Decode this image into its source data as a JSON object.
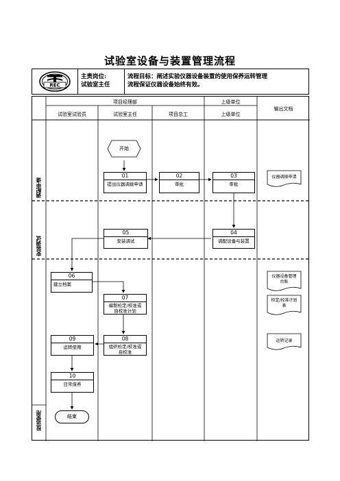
{
  "title": "试验室设备与装置管理流程",
  "header": {
    "post_label": "主责岗位:",
    "post_value": "试验室主任",
    "goal_line1": "流程目标：阐述实验仪器设备装置的使用保养运转管理",
    "goal_line2": "流程保证仪器设备始终有效。"
  },
  "columns": {
    "group_project": "项目经理部",
    "group_upper": "上级单位",
    "col_tester": "试验室试验员",
    "col_director": "试验室主任",
    "col_chief": "项目总工",
    "col_upper": "上级单位",
    "col_output": "输出文档"
  },
  "phases": {
    "p1": "调配申请",
    "p2": "安装调试",
    "p3": "投运使用"
  },
  "nodes": {
    "start": "开始",
    "n01_num": "01",
    "n01_label": "提出仪器调拨申请",
    "n02_num": "02",
    "n02_label": "审批",
    "n03_num": "03",
    "n03_label": "审批",
    "n04_num": "04",
    "n04_label": "调配设备与装置",
    "n05_num": "05",
    "n05_label": "安装调试",
    "n06_num": "06",
    "n06_label": "建立档案",
    "n07_num": "07",
    "n07_label_1": "编制检定/校准或",
    "n07_label_2": "自校准计划",
    "n08_num": "08",
    "n08_label_1": "组织检定/校准或",
    "n08_label_2": "自校准",
    "n09_num": "09",
    "n09_label": "运转使用",
    "n10_num": "10",
    "n10_label": "日常保养",
    "end": "结束"
  },
  "documents": {
    "d1": "仪器调拨申请",
    "d2_1": "仪器设备管理",
    "d2_2": "台账",
    "d3_1": "检定/校准计划",
    "d3_2": "表",
    "d4": "运转记录"
  },
  "logo_text": "REC"
}
